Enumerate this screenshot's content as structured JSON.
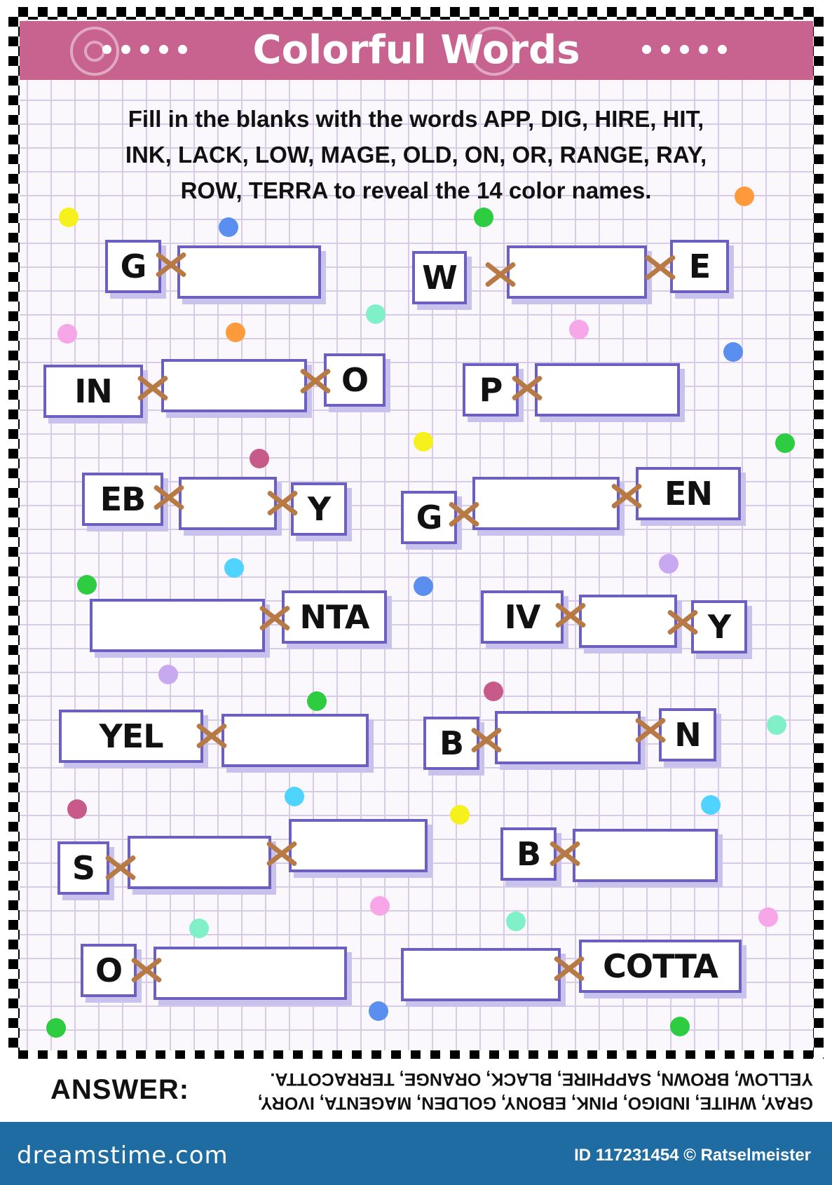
{
  "title": "Colorful Words",
  "instructions": [
    "Fill in the blanks with the words APP, DIG, HIRE, HIT,",
    "INK, LACK, LOW, MAGE, OLD, ON, OR, RANGE, RAY,",
    "ROW, TERRA to reveal the 14 color names."
  ],
  "puzzle": {
    "r1_left": {
      "prefix": "G"
    },
    "r1_right": {
      "prefix": "W",
      "suffix": "E"
    },
    "r2_left": {
      "prefix": "IN",
      "suffix": "O"
    },
    "r2_right": {
      "prefix": "P"
    },
    "r3_left": {
      "prefix": "EB",
      "suffix": "Y"
    },
    "r3_right": {
      "prefix": "G",
      "suffix": "EN"
    },
    "r4_left": {
      "suffix": "NTA"
    },
    "r4_right": {
      "prefix": "IV",
      "suffix": "Y"
    },
    "r5_left": {
      "prefix": "YEL"
    },
    "r5_right": {
      "prefix": "B",
      "suffix": "N"
    },
    "r6_left": {
      "prefix": "S"
    },
    "r6_right": {
      "prefix": "B"
    },
    "r7_left": {
      "prefix": "O"
    },
    "r7_right": {
      "suffix": "COTTA"
    }
  },
  "answer": {
    "label": "ANSWER:",
    "line1": "GRAY, WHITE, INDIGO, PINK, EBONY, GOLDEN, MAGENTA, IVORY,",
    "line2": "YELLOW, BROWN, SAPPHIRE, BLACK, ORANGE, TERRACOTTA."
  },
  "footer": {
    "logo": "dreamstime.com",
    "credit": "ID 117231454 © Ratselmeister"
  },
  "colors": {
    "banner": "#c8628f",
    "box_border": "#6b5fbf",
    "tape": "#b87a45",
    "footer": "#1f6ca3"
  }
}
